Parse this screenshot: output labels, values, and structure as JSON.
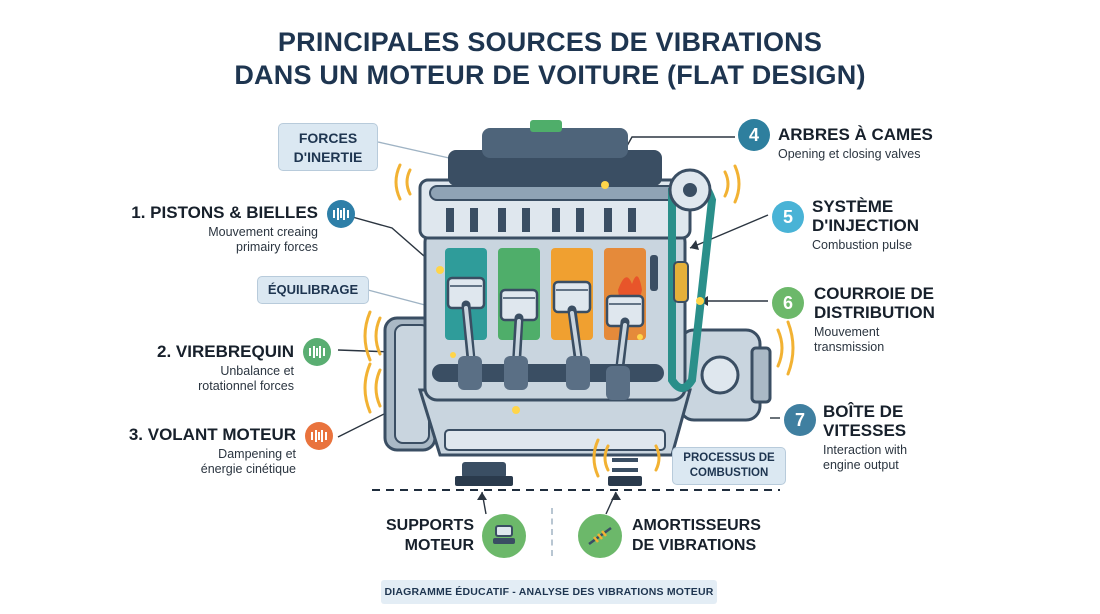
{
  "title_line1": "PRINCIPALES SOURCES DE VIBRATIONS",
  "title_line2": "DANS UN MOTEUR DE VOITURE (FLAT DESIGN)",
  "tags": {
    "forces": "FORCES\nD'INERTIE",
    "equilibrage": "ÉQUILIBRAGE",
    "combustion": "PROCESSUS DE\nCOMBUSTION"
  },
  "left": [
    {
      "title": "1. PISTONS & BIELLES",
      "sub": "Mouvement creaing\nprimairy forces",
      "color": "#2e7fa8"
    },
    {
      "title": "2. VIREBREQUIN",
      "sub": "Unbalance et\nrotationnel forces",
      "color": "#5aae72"
    },
    {
      "title": "3. VOLANT MOTEUR",
      "sub": "Dampening et\nénergie cinétique",
      "color": "#e9733d"
    }
  ],
  "right": [
    {
      "num": "4",
      "title": "ARBRES À CAMES",
      "sub": "Opening et closing valves",
      "color": "#2e7f9e"
    },
    {
      "num": "5",
      "title": "SYSTÈME\nD'INJECTION",
      "sub": "Combustion pulse",
      "color": "#49b3d6"
    },
    {
      "num": "6",
      "title": "COURROIE DE\nDISTRIBUTION",
      "sub": "Mouvement\ntransmission",
      "color": "#6cb86a"
    },
    {
      "num": "7",
      "title": "BOÎTE DE\nVITESSES",
      "sub": "Interaction with\nengine output",
      "color": "#3f7fa0"
    }
  ],
  "bottom": {
    "supports": "SUPPORTS\nMOTEUR",
    "amortisseurs": "AMORTISSEURS\nDE VIBRATIONS"
  },
  "footer": "DIAGRAMME ÉDUCATIF - ANALYSE DES VIBRATIONS MOTEUR",
  "colors": {
    "title": "#1e3550",
    "engine_body": "#c9d5df",
    "engine_dark": "#3a4e63",
    "cylinder_teal": "#2f9c9a",
    "cylinder_green": "#4fae6a",
    "cylinder_orange": "#f0a030",
    "flame": "#e8552a",
    "belt": "#2a8f8a",
    "vibration": "#f2b233"
  }
}
